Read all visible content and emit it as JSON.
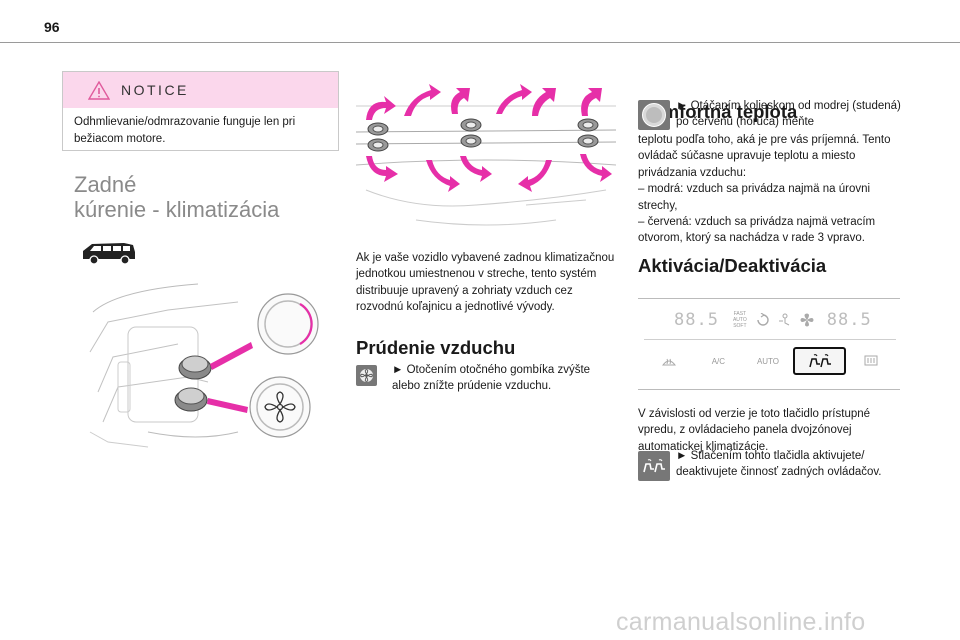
{
  "page_number": "96",
  "notice": {
    "title": "NOTICE",
    "text": "Odhmlievanie/odmrazovanie funguje len pri bežiacom motore."
  },
  "section": {
    "title_line1": "Zadné",
    "title_line2": "kúrenie - klimatizácia"
  },
  "middle": {
    "intro": "Ak je vaše vozidlo vybavené zadnou klimatizačnou jednotkou umiestnenou v streche, tento systém distribuuje upravený a zohriaty vzduch cez rozvodnú koľajnicu a jednotlivé vývody.",
    "airflow_title": "Prúdenie vzduchu",
    "airflow_text": "► Otočením otočného gombíka zvýšte alebo znížte prúdenie vzduchu."
  },
  "right": {
    "comfort_title": "Komfortná teplota",
    "comfort_step": "► Otáčaním kolieskom od modrej (studená) po červenú (horúca) meňte",
    "comfort_text": "teplotu podľa toho, aká je pre vás príjemná. Tento ovládač súčasne upravuje teplotu a miesto privádzania vzduchu:",
    "comfort_item1": "– modrá: vzduch sa privádza najmä na úrovni strechy,",
    "comfort_item2": "– červená: vzduch sa privádza najmä vetracím otvorom, ktorý sa nachádza v rade 3 vpravo.",
    "activation_title": "Aktivácia/Deaktivácia",
    "activation_text": "V závislosti od verzie je toto tlačidlo prístupné vpredu, z ovládacieho panela dvojzónovej automatickej klimatizácie.",
    "activation_step": "► Stlačením tohto tlačidla aktivujete/ deaktivujete činnosť zadných ovládačov."
  },
  "panel": {
    "display_left": "88.5",
    "display_right": "88.5",
    "fast": "FAST",
    "auto_small": "AUTO",
    "soft": "SOFT",
    "btn_ac": "A/C",
    "btn_auto": "AUTO"
  },
  "watermark": "carmanualsonline.info",
  "colors": {
    "accent_pink": "#e62fa8",
    "notice_band": "#fbd7ec",
    "heading_grey": "#8a8a8a"
  }
}
